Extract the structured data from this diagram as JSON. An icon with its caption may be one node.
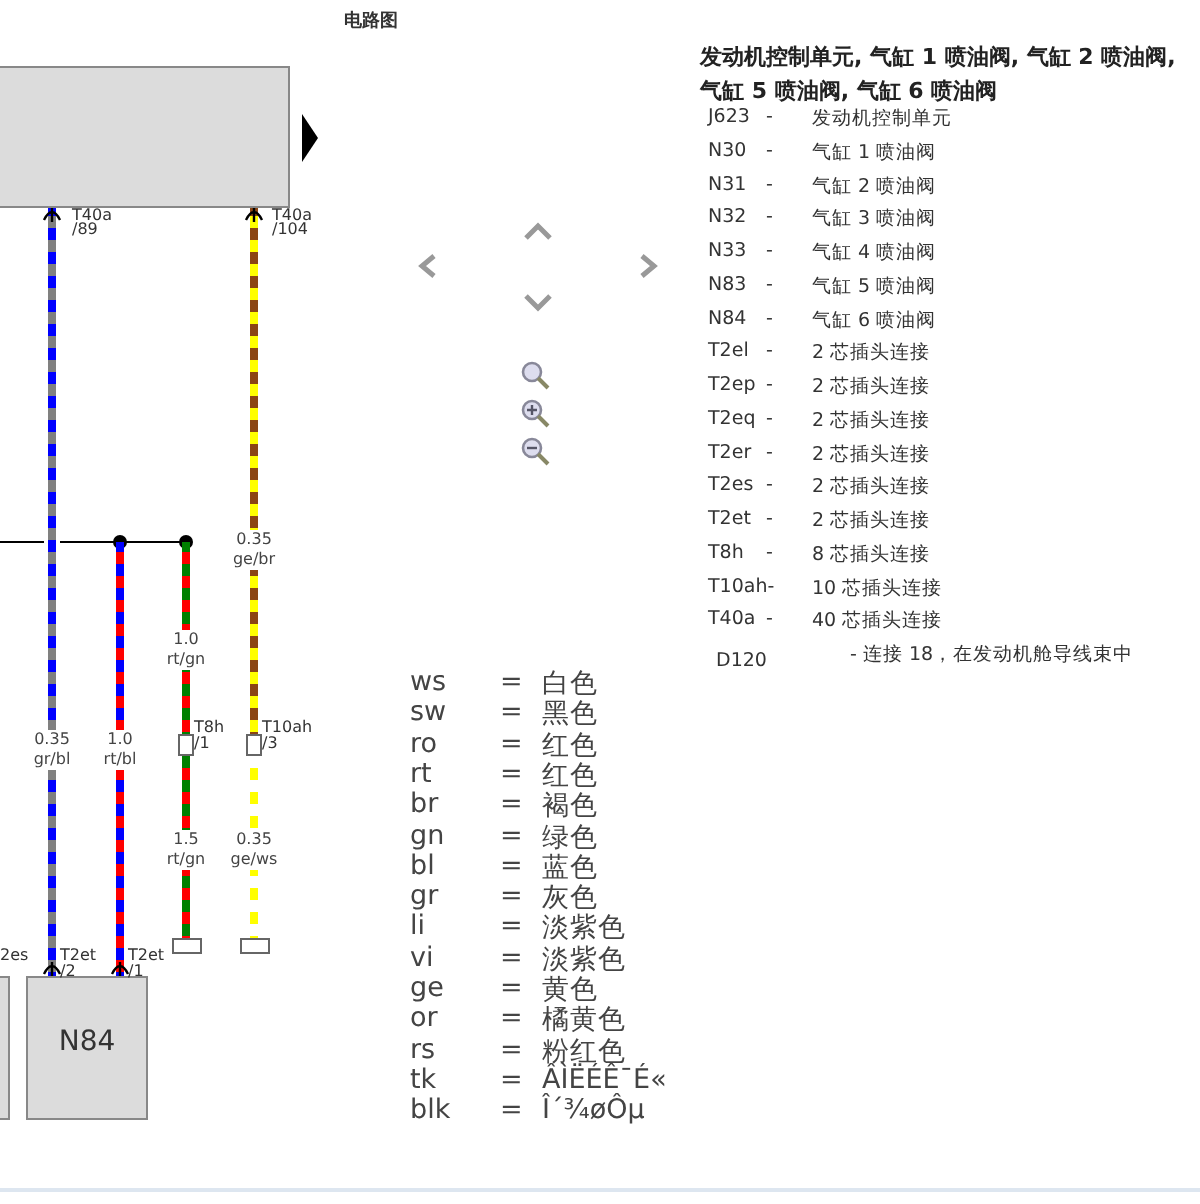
{
  "diagram": {
    "title": "发动机控制单元, 气缸 1 喷油阀, 气缸 2 喷油阀, 气缸 5 喷油阀, 气缸 6 喷油阀",
    "nodes": [
      {
        "text": [],
        "shape": "box"
      },
      {
        "text": [],
        "shape": "box"
      },
      {
        "text": [
          "N84"
        ]
      },
      {
        "text": [],
        "shape": "box"
      },
      {
        "text": [],
        "shape": "box"
      },
      {
        "text": [],
        "shape": "box"
      },
      {
        "text": [],
        "shape": "box"
      }
    ],
    "edges": [
      {
        "from": 0,
        "to": 2,
        "arrow": "none",
        "label": "0.35 gr/bl",
        "color": "#808080"
      },
      {
        "from": null,
        "to": 2,
        "arrow": "none",
        "label": "1.0 rt/bl",
        "color": "#ff0000"
      },
      {
        "from": null,
        "to": 3,
        "arrow": "none",
        "label": "1.0 rt/gn",
        "color": "#ff0000"
      },
      {
        "from": 3,
        "to": 5,
        "arrow": "none",
        "label": "1.5 rt/gn",
        "color": "#ff0000"
      },
      {
        "from": 0,
        "to": 4,
        "arrow": "none",
        "label": "0.35 ge/br",
        "color": "#ffff00"
      },
      {
        "from": 4,
        "to": 6,
        "arrow": "none",
        "label": "0.35 ge/ws",
        "color": "#ffff00"
      }
    ],
    "labels": [
      "电路图",
      "T40a",
      "/89",
      "T40a",
      "/104",
      "T8h",
      "/1",
      "T10ah",
      "/3",
      "2es",
      "T2et",
      "/2",
      "T2et",
      "/1",
      "J623",
      "-",
      "发动机控制单元",
      "N30",
      "-",
      "气缸 1 喷油阀",
      "N31",
      "-",
      "气缸 2 喷油阀",
      "N32",
      "-",
      "气缸 3 喷油阀",
      "N33",
      "-",
      "气缸 4 喷油阀",
      "N83",
      "-",
      "气缸 5 喷油阀",
      "N84",
      "-",
      "气缸 6 喷油阀",
      "T2el",
      "-",
      "2 芯插头连接",
      "T2ep",
      "-",
      "2 芯插头连接",
      "T2eq",
      "-",
      "2 芯插头连接",
      "T2er",
      "-",
      "2 芯插头连接",
      "T2es",
      "-",
      "2 芯插头连接",
      "T2et",
      "-",
      "2 芯插头连接",
      "T8h",
      "-",
      "8 芯插头连接",
      "T10ah-",
      "10 芯插头连接",
      "T40a",
      "-",
      "40 芯插头连接",
      "D120",
      "- 连接 18，在发动机舱导线束中",
      "ws",
      "=",
      "白色",
      "sw",
      "=",
      "黑色",
      "ro",
      "=",
      "红色",
      "rt",
      "=",
      "红色",
      "br",
      "=",
      "褐色",
      "gn",
      "=",
      "绿色",
      "bl",
      "=",
      "蓝色",
      "gr",
      "=",
      "灰色",
      "li",
      "=",
      "淡紫色",
      "vi",
      "=",
      "淡紫色",
      "ge",
      "=",
      "黄色",
      "or",
      "=",
      "橘黄色",
      "rs",
      "=",
      "粉红色",
      "tk",
      "=",
      "ÂÌËÉÊ¯É«",
      "blk",
      "=",
      "Î´¾øÔµ"
    ]
  }
}
